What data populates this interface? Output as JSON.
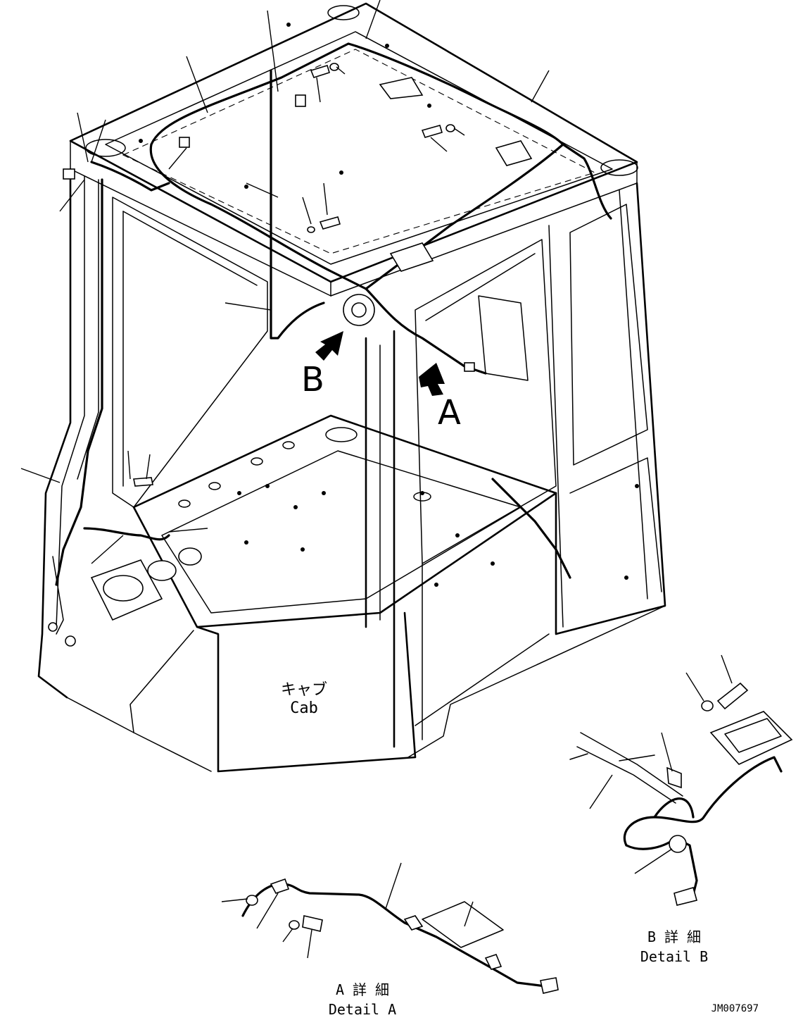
{
  "view_arrows": {
    "a": "A",
    "b": "B"
  },
  "cab_label": {
    "jp": "キャブ",
    "en": "Cab"
  },
  "detail_a": {
    "jp": "A 詳 細",
    "en": "Detail A"
  },
  "detail_b": {
    "jp": "B 詳 細",
    "en": "Detail B"
  },
  "drawing_id": "JM007697"
}
